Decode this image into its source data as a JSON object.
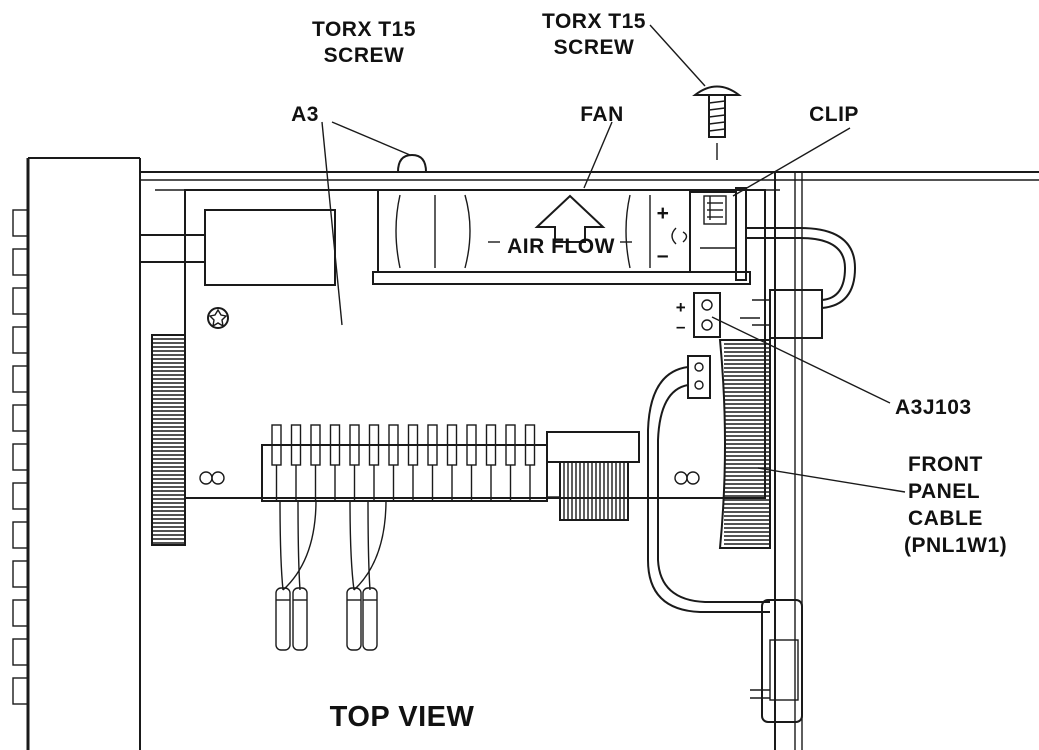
{
  "labels": {
    "torx_left": [
      "TORX T15",
      "SCREW"
    ],
    "torx_right": [
      "TORX T15",
      "SCREW"
    ],
    "a3": "A3",
    "fan": "FAN",
    "clip": "CLIP",
    "air_flow": "AIR FLOW",
    "plus": "+",
    "minus": "–",
    "a3j103": "A3J103",
    "front_panel_cable": [
      "FRONT",
      "PANEL",
      "CABLE",
      "(PNL1W1)"
    ],
    "top_view": "TOP VIEW"
  },
  "colors": {
    "ink": "#1a1a1a",
    "paper": "#ffffff"
  }
}
